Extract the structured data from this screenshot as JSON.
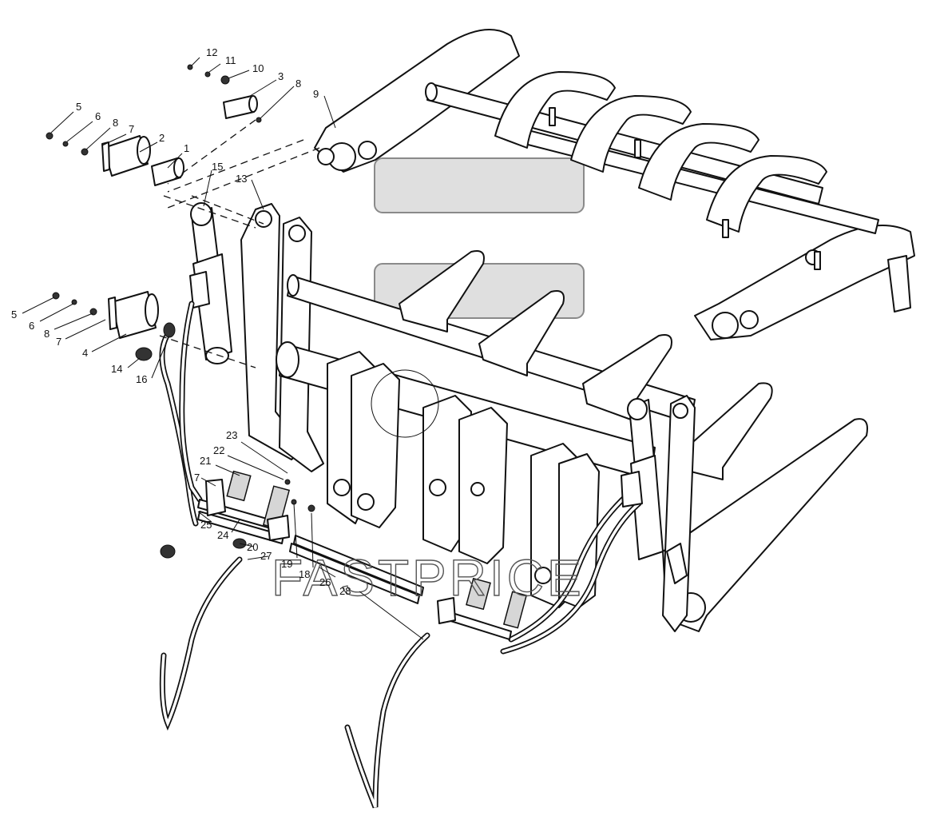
{
  "watermark": "FASTPRICE",
  "callouts": [
    "12",
    "11",
    "10",
    "3",
    "8",
    "9",
    "5",
    "6",
    "8",
    "7",
    "2",
    "1",
    "15",
    "13",
    "5",
    "6",
    "8",
    "7",
    "4",
    "14",
    "16",
    "23",
    "22",
    "21",
    "7",
    "25",
    "24",
    "20",
    "27",
    "19",
    "18",
    "26",
    "28"
  ]
}
